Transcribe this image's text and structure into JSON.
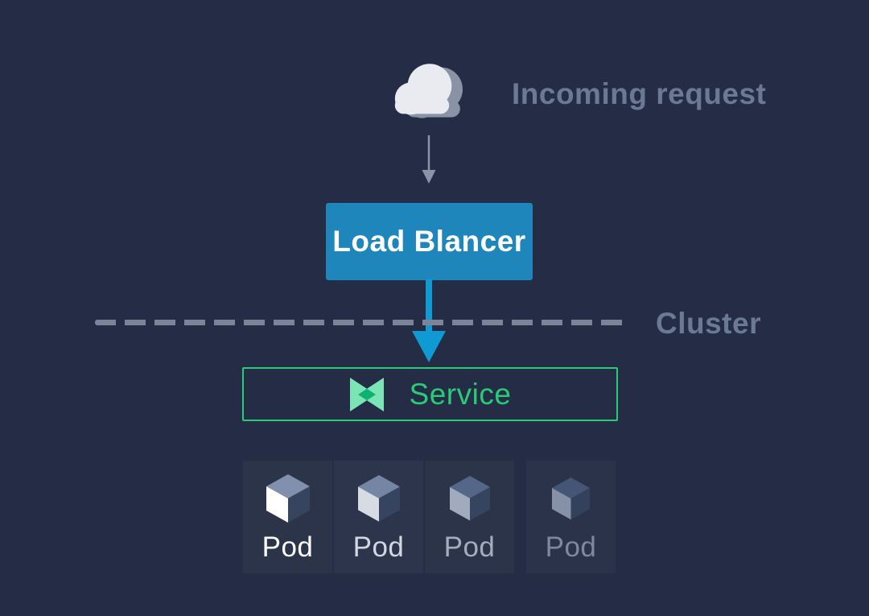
{
  "background": "#242d45",
  "incoming_request": {
    "label": "Incoming request",
    "color": "#6b7994"
  },
  "cloud_icon": {
    "front": "#e9ebf1",
    "shadow": "#8a92a5"
  },
  "arrows": {
    "incoming_arrow_color": "#8a94a8",
    "lb_to_service_color": "#0f9ad4"
  },
  "load_balancer": {
    "label": "Load Blancer",
    "bg": "#1e86bb",
    "text_color": "#ffffff"
  },
  "cluster": {
    "label": "Cluster",
    "color": "#6b7994",
    "dash_color": "#7b8498"
  },
  "service": {
    "label": "Service",
    "text_color": "#29cb77",
    "border_color": "#29cb77",
    "icon": {
      "name": "service-bowtie-icon",
      "light": "#7de4b6",
      "dark": "#0cb173"
    }
  },
  "pods": {
    "items": [
      {
        "label": "Pod",
        "text_color": "#ffffff",
        "tile_bg": "#2b3449",
        "cube": {
          "top": "#8090ad",
          "left": "#ffffff",
          "right": "#36445f"
        }
      },
      {
        "label": "Pod",
        "text_color": "#d2d8e2",
        "tile_bg": "#2c354c",
        "cube": {
          "top": "#7585a4",
          "left": "#d6dbe4",
          "right": "#36445f"
        }
      },
      {
        "label": "Pod",
        "text_color": "#a4aec0",
        "tile_bg": "#2b3449",
        "cube": {
          "top": "#556789",
          "left": "#a2abbe",
          "right": "#36445f"
        }
      },
      {
        "label": "Pod",
        "text_color": "#7e89a0",
        "tile_bg": "#2a3349",
        "cube": {
          "top": "#455575",
          "left": "#8691a7",
          "right": "#33415c"
        }
      }
    ]
  }
}
